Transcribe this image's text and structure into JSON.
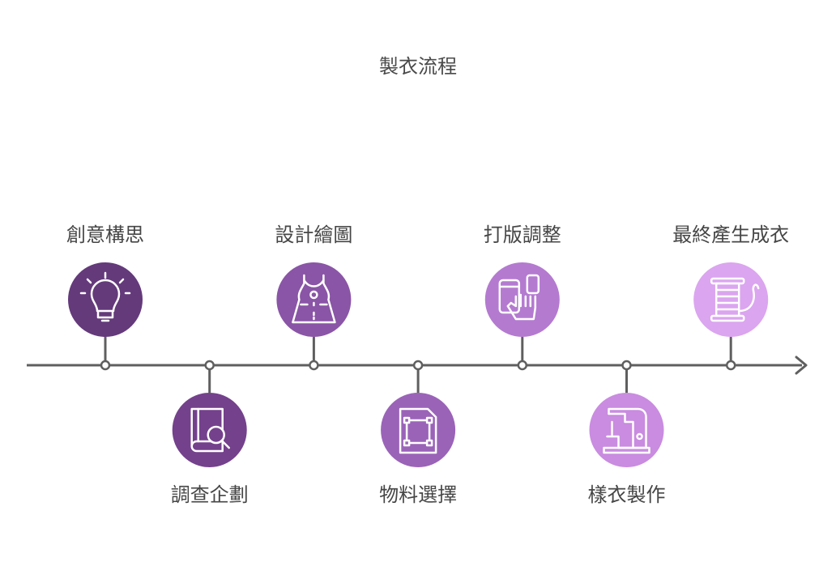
{
  "title": "製衣流程",
  "steps": [
    {
      "label": "創意構思",
      "icon": "lightbulb-icon",
      "color": "#643a7b",
      "position": "above"
    },
    {
      "label": "調查企劃",
      "icon": "book-search-icon",
      "color": "#74418c",
      "position": "below"
    },
    {
      "label": "設計繪圖",
      "icon": "dress-pattern-icon",
      "color": "#8a55a6",
      "position": "above"
    },
    {
      "label": "物料選擇",
      "icon": "document-vector-icon",
      "color": "#9a63b8",
      "position": "below"
    },
    {
      "label": "打版調整",
      "icon": "tablet-touch-icon",
      "color": "#b47ad0",
      "position": "above"
    },
    {
      "label": "樣衣製作",
      "icon": "sewing-machine-icon",
      "color": "#c98ce0",
      "position": "below"
    },
    {
      "label": "最終產生成衣",
      "icon": "thread-spool-icon",
      "color": "#dba5ef",
      "position": "above"
    }
  ],
  "colors": {
    "line": "#5f5f5f",
    "icon_stroke": "#ffffff"
  }
}
